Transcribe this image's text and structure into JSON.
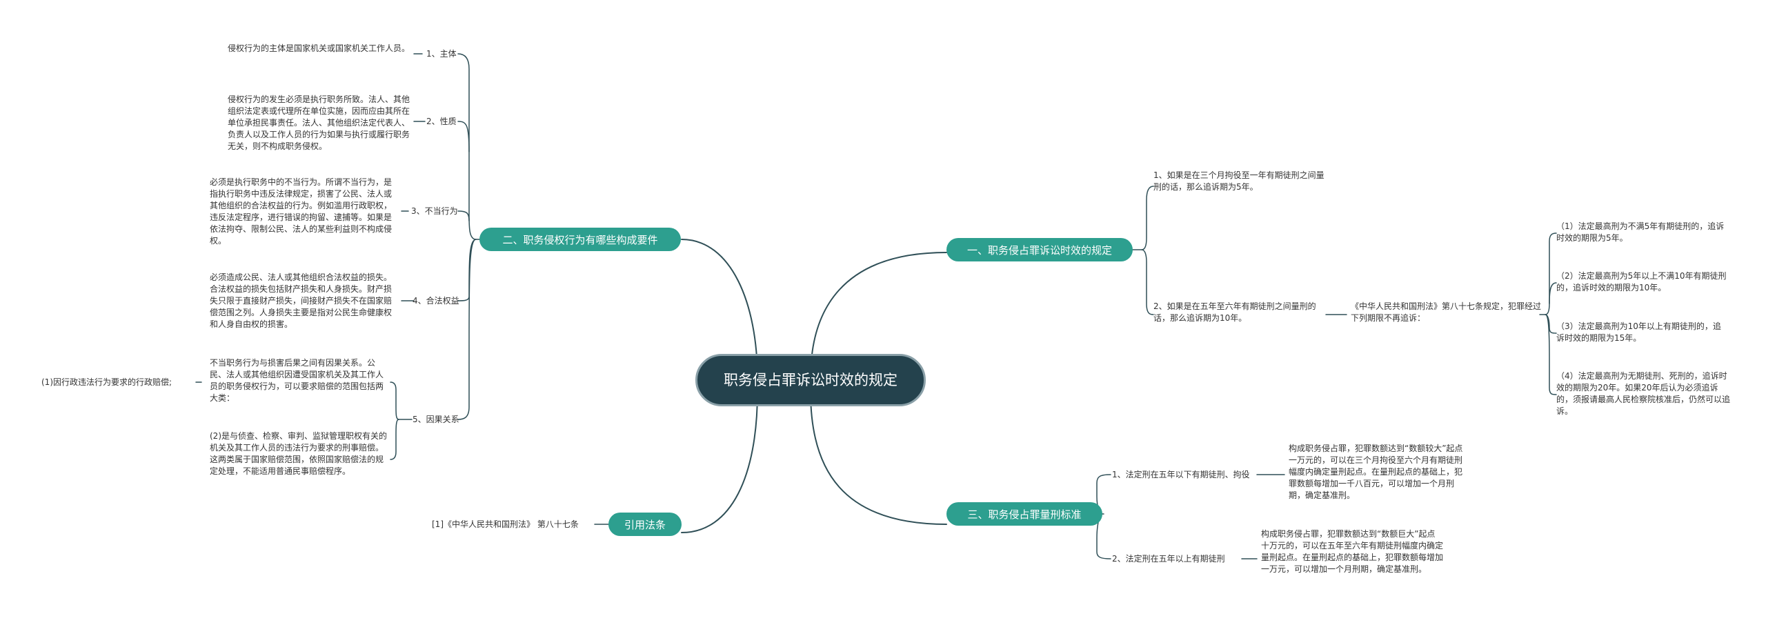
{
  "root": {
    "title": "职务侵占罪诉讼时效的规定"
  },
  "branches": {
    "b1": {
      "title": "一、职务侵占罪诉讼时效的规定",
      "i1": "1、如果是在三个月拘役至一年有期徒刑之间量刑的话，那么追诉期为5年。",
      "i2": "2、如果是在五年至六年有期徒刑之间量刑的话，那么追诉期为10年。",
      "law": "《中华人民共和国刑法》第八十七条规定，犯罪经过下列期限不再追诉：",
      "s1": "（1）法定最高刑为不满5年有期徒刑的，追诉时效的期限为5年。",
      "s2": "（2）法定最高刑为5年以上不满10年有期徒刑的，追诉时效的期限为10年。",
      "s3": "（3）法定最高刑为10年以上有期徒刑的，追诉时效的期限为15年。",
      "s4": "（4）法定最高刑为无期徒刑、死刑的，追诉时效的期限为20年。如果20年后认为必须追诉的，须报请最高人民检察院核准后，仍然可以追诉。"
    },
    "b2": {
      "title": "二、职务侵权行为有哪些构成要件",
      "k1": "1、主体",
      "d1": "侵权行为的主体是国家机关或国家机关工作人员。",
      "k2": "2、性质",
      "d2": "侵权行为的发生必须是执行职务所致。法人、其他组织法定表或代理所在单位实施，因而应由其所在单位承担民事责任。法人、其他组织法定代表人、负责人以及工作人员的行为如果与执行或履行职务无关，则不构成职务侵权。",
      "k3": "3、不当行为",
      "d3": "必须是执行职务中的不当行为。所谓不当行为，是指执行职务中违反法律规定，损害了公民、法人或其他组织的合法权益的行为。例如滥用行政职权，违反法定程序，进行错误的拘留、逮捕等。如果是依法拘夺、限制公民、法人的某些利益则不构成侵权。",
      "k4": "4、合法权益",
      "d4": "必须造成公民、法人或其他组织合法权益的损失。合法权益的损失包括财产损失和人身损失。财产损失只限于直接财产损失，间接财产损失不在国家赔偿范围之列。人身损失主要是指对公民生命健康权和人身自由权的损害。",
      "k5": "5、因果关系",
      "d5": "不当职务行为与损害后果之间有因果关系。公民、法人或其他组织因遭受国家机关及其工作人员的职务侵权行为，可以要求赔偿的范围包括两大类：",
      "d5a": "(1)因行政违法行为要求的行政赔偿;",
      "d5b": "(2)是与侦查、检察、审判、监狱管理职权有关的机关及其工作人员的违法行为要求的刑事赔偿。这两类属于国家赔偿范围，依照国家赔偿法的规定处理，不能适用普通民事赔偿程序。"
    },
    "b3": {
      "title": "三、职务侵占罪量刑标准",
      "k1": "1、法定刑在五年以下有期徒刑、拘役",
      "d1": "构成职务侵占罪，犯罪数额达到“数额较大”起点一万元的，可以在三个月拘役至六个月有期徒刑幅度内确定量刑起点。在量刑起点的基础上，犯罪数额每增加一千八百元，可以增加一个月刑期，确定基准刑。",
      "k2": "2、法定刑在五年以上有期徒刑",
      "d2": "构成职务侵占罪，犯罪数额达到“数额巨大”起点十万元的，可以在五年至六年有期徒刑幅度内确定量刑起点。在量刑起点的基础上，犯罪数额每增加一万元，可以增加一个月刑期，确定基准刑。"
    },
    "b4": {
      "title": "引用法条",
      "ref": "[1]《中华人民共和国刑法》 第八十七条"
    }
  },
  "colors": {
    "root_bg": "#24424d",
    "branch_bg": "#2d9f8f",
    "line": "#2f4f57"
  }
}
